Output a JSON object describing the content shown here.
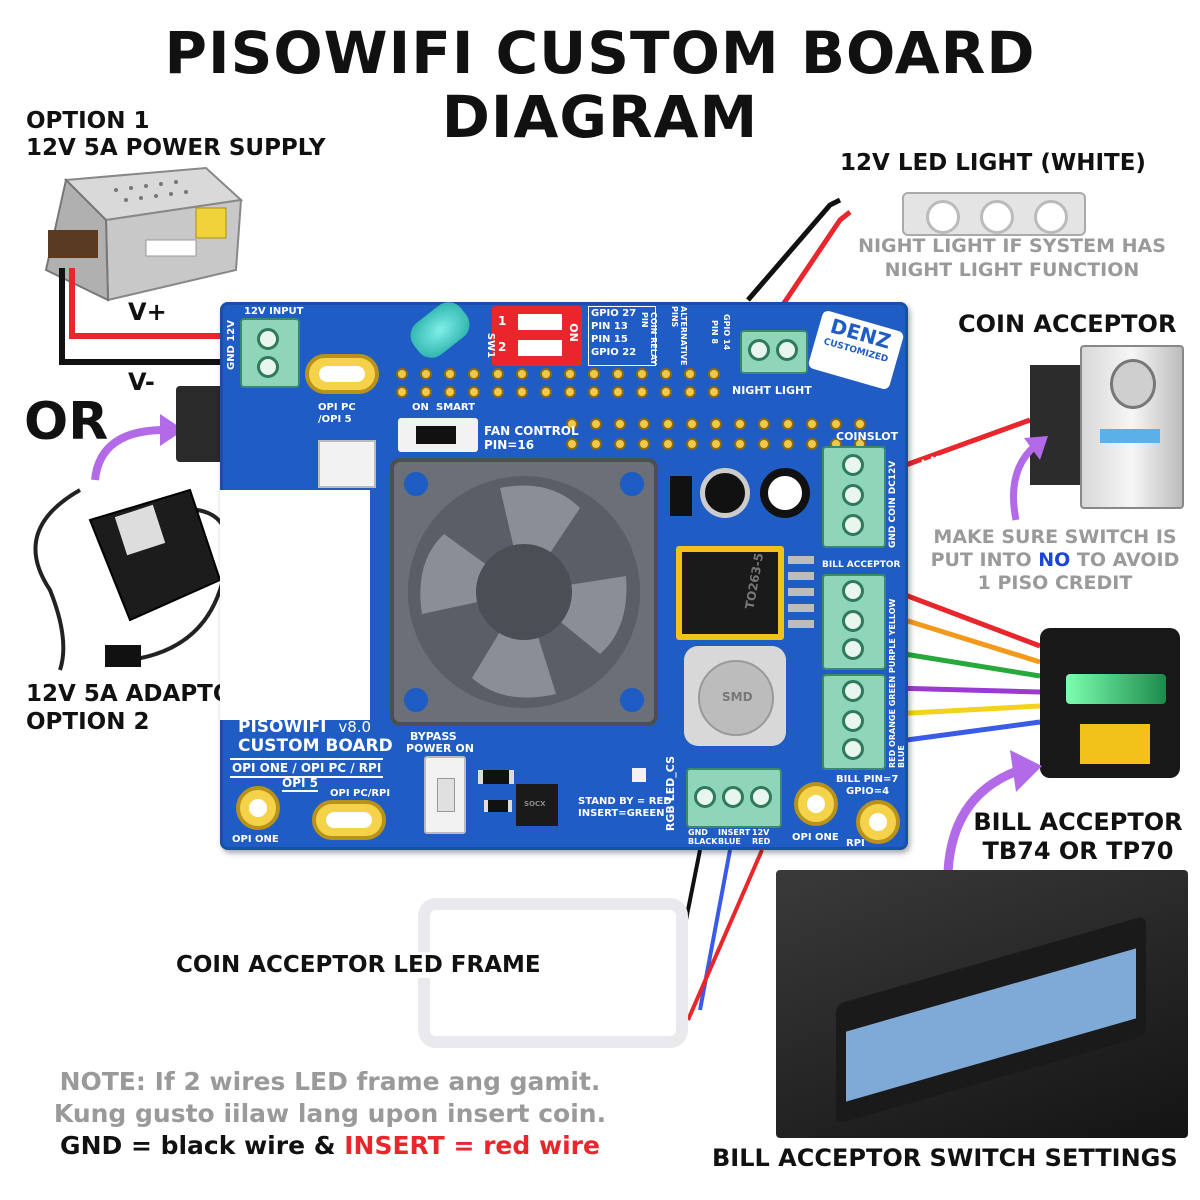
{
  "title": {
    "line1": "PISOWIFI CUSTOM BOARD",
    "line2": "DIAGRAM"
  },
  "option1": {
    "line1": "OPTION 1",
    "line2": "12V 5A POWER SUPPLY"
  },
  "wires": {
    "vplus": "V+",
    "vminus": "V-"
  },
  "or_text": "OR",
  "option2": {
    "line1": "12V 5A ADAPTOR",
    "line2": "OPTION 2"
  },
  "led_light": {
    "title": "12V LED LIGHT (WHITE)",
    "note1": "NIGHT LIGHT IF SYSTEM HAS",
    "note2": "NIGHT LIGHT FUNCTION"
  },
  "coin_acceptor": {
    "title": "COIN ACCEPTOR",
    "wire_label": "white wire",
    "note1": "MAKE SURE SWITCH IS",
    "note2_a": "PUT INTO ",
    "note2_b": "NO",
    "note2_c": " TO AVOID",
    "note3": "1 PISO CREDIT"
  },
  "bill_acceptor": {
    "line1": "BILL ACCEPTOR",
    "line2": "TB74 OR TP70"
  },
  "led_frame": "COIN ACCEPTOR LED FRAME",
  "switch_settings": "BILL ACCEPTOR SWITCH SETTINGS",
  "note": {
    "line1": "NOTE: If 2 wires LED frame ang gamit.",
    "line2": "Kung gusto iilaw lang upon insert coin.",
    "line3_a": "GND = black wire",
    "line3_b": " & ",
    "line3_c": "INSERT = red wire"
  },
  "board": {
    "input_12v": "12V INPUT",
    "gnd_12v": "GND 12V",
    "sw1": "SW1",
    "sw_on": "ON",
    "sw_1": "1",
    "sw_2": "2",
    "gpio27": "GPIO 27",
    "pin13": "PIN 13",
    "pin15": "PIN 15",
    "gpio22": "GPIO 22",
    "coin_relay": "COIN RELAY PIN",
    "alt_pins": "ALTERNATIVE PINS",
    "pin8": "PIN 8",
    "gpio14": "GPIO 14",
    "night_light": "NIGHT LIGHT",
    "logo1": "DENZ",
    "logo2": "CUSTOMIZED",
    "opi_pc5": "OPI PC",
    "opi_pc5b": "/OPI 5",
    "on_smart_a": "ON",
    "on_smart_b": "SMART",
    "fan_control": "FAN CONTROL",
    "fan_pin": "PIN=16",
    "coinslot": "COINSLOT",
    "coin_pins": "GND  COIN  DC12V",
    "bill_acceptor": "BILL ACCEPTOR",
    "bill_pins": "RED  ORANGE  GREEN  PURPLE  YELLOW  BLUE",
    "to263": "TO263-5",
    "smd": "SMD",
    "bill_pin": "BILL PIN=7",
    "gpio4": "GPIO=4",
    "pisowifi": "PISOWIFI",
    "version": "v8.0",
    "custom_board": "CUSTOM BOARD",
    "opi_list": "OPI ONE / OPI PC / RPI",
    "opi5": "OPI 5",
    "bypass1": "BYPASS",
    "bypass2": "POWER ON",
    "opi_pc_rpi": "OPI PC/RPI",
    "opi_one_left": "OPI ONE",
    "rgb_led": "RGB LED_CS",
    "stand_by": "STAND BY = RED",
    "insert_green": "INSERT=GREEN",
    "gnd_black": "GND BLACK",
    "insert_blue": "INSERT BLUE",
    "v12_red": "12V RED",
    "opi_one_right": "OPI ONE",
    "rpi": "RPI",
    "socx": "SOCX"
  },
  "colors": {
    "board": "#1f5cc4",
    "red_wire": "#e8262c",
    "no_blue": "#1a46d8",
    "arrow_purple": "#b36ae8"
  }
}
